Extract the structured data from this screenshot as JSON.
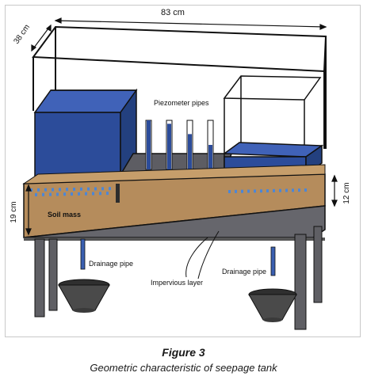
{
  "dimensions": {
    "width_label": "83 cm",
    "depth_label": "38 cm",
    "left_height_label": "19 cm",
    "right_height_label": "12 cm"
  },
  "labels": {
    "piezometer": "Piezometer pipes",
    "soil": "Soil mass",
    "drainage_left": "Drainage pipe",
    "drainage_right": "Drainage pipe",
    "impervious": "Impervious layer"
  },
  "figure": {
    "title": "Figure 3",
    "caption": "Geometric characteristic of seepage tank"
  },
  "piezometer_levels": [
    1.0,
    0.93,
    0.72,
    0.5
  ],
  "colors": {
    "water": "#2c4c9a",
    "water_top": "#4062b8",
    "soil": "#b58c5c",
    "impervious": "#66666c",
    "frame": "#111111",
    "bucket": "#4a4a4a"
  }
}
